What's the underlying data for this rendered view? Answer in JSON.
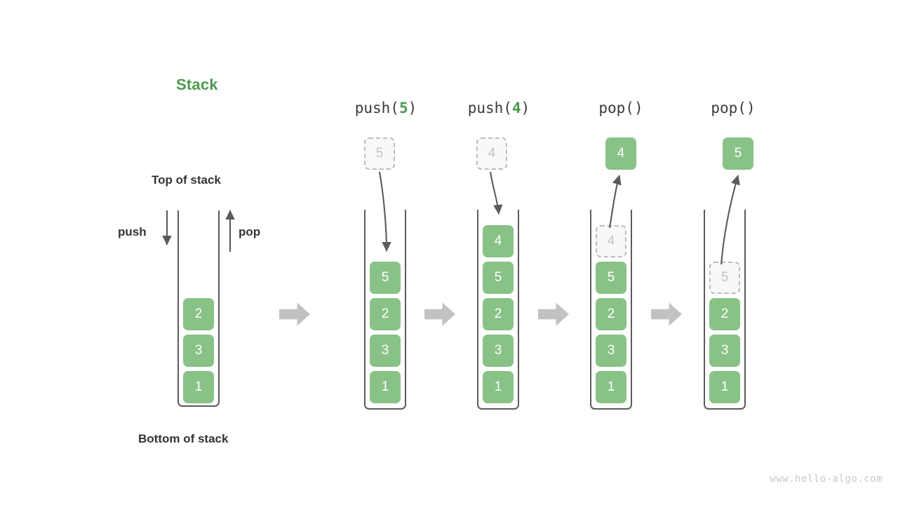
{
  "diagram": {
    "title": "Stack",
    "title_color": "#4e9a51",
    "accent_color": "#89c287",
    "ghost_color": "#c4c4c4",
    "arrow_color": "#5b5b5b",
    "block_arrow_color": "#c2c2c2",
    "watermark": "www.hello-algo.com",
    "labels": {
      "top_of_stack": "Top of stack",
      "bottom_of_stack": "Bottom of stack",
      "push": "push",
      "pop": "pop"
    },
    "initial_stack": {
      "name": "initial",
      "cells": [
        "2",
        "3",
        "1"
      ]
    },
    "steps": [
      {
        "header_prefix": "push(",
        "header_arg": "5",
        "header_suffix": ")",
        "operation": "push",
        "external_cell": {
          "value": "5",
          "state": "ghost",
          "position": "above"
        },
        "cells": [
          {
            "value": "5",
            "state": "solid"
          },
          {
            "value": "2",
            "state": "solid"
          },
          {
            "value": "3",
            "state": "solid"
          },
          {
            "value": "1",
            "state": "solid"
          }
        ]
      },
      {
        "header_prefix": "push(",
        "header_arg": "4",
        "header_suffix": ")",
        "operation": "push",
        "external_cell": {
          "value": "4",
          "state": "ghost",
          "position": "above"
        },
        "cells": [
          {
            "value": "4",
            "state": "solid"
          },
          {
            "value": "5",
            "state": "solid"
          },
          {
            "value": "2",
            "state": "solid"
          },
          {
            "value": "3",
            "state": "solid"
          },
          {
            "value": "1",
            "state": "solid"
          }
        ]
      },
      {
        "header_prefix": "pop(",
        "header_arg": "",
        "header_suffix": ")",
        "operation": "pop",
        "external_cell": {
          "value": "4",
          "state": "solid",
          "position": "above"
        },
        "cells": [
          {
            "value": "4",
            "state": "ghost"
          },
          {
            "value": "5",
            "state": "solid"
          },
          {
            "value": "2",
            "state": "solid"
          },
          {
            "value": "3",
            "state": "solid"
          },
          {
            "value": "1",
            "state": "solid"
          }
        ]
      },
      {
        "header_prefix": "pop(",
        "header_arg": "",
        "header_suffix": ")",
        "operation": "pop",
        "external_cell": {
          "value": "5",
          "state": "solid",
          "position": "above"
        },
        "cells": [
          {
            "value": "5",
            "state": "ghost"
          },
          {
            "value": "2",
            "state": "solid"
          },
          {
            "value": "3",
            "state": "solid"
          },
          {
            "value": "1",
            "state": "solid"
          }
        ]
      }
    ],
    "transition_arrows": 4
  },
  "headers": {
    "h0": "push(5)",
    "h1": "push(4)",
    "h2": "pop()",
    "h3": "pop()"
  }
}
